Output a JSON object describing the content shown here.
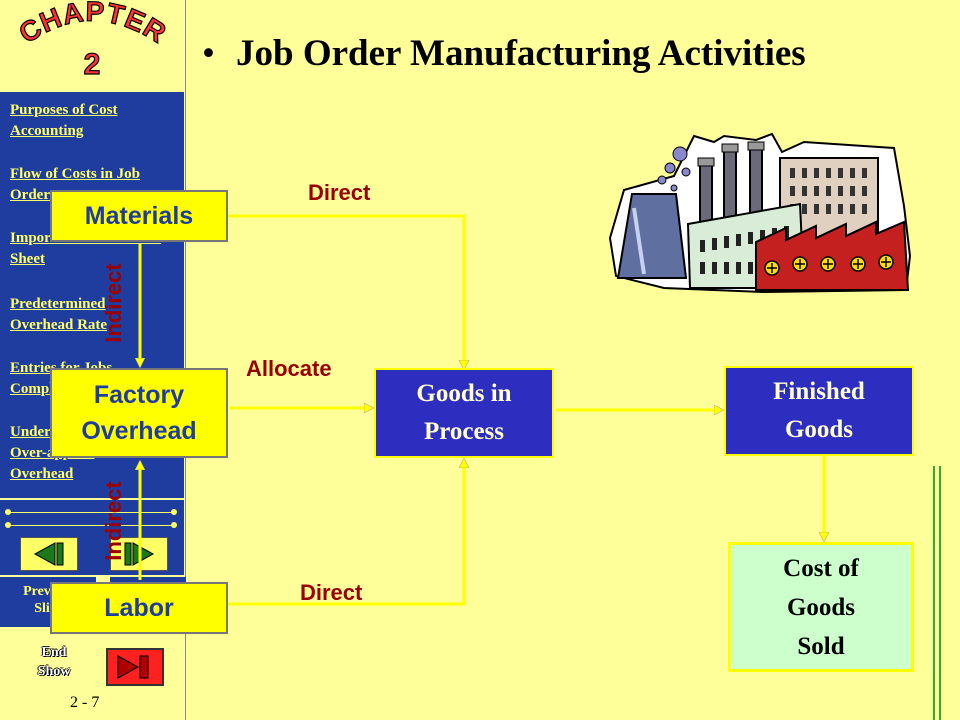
{
  "sidebar": {
    "chapter_badge": {
      "word": "CHAPTER",
      "number": "2"
    },
    "links": [
      "Purposes of Cost Accounting",
      "Flow of Costs in Job Order",
      "Importance of Job Cost Sheet",
      "Predetermined Overhead Rate",
      "Entries for Jobs Completed",
      "Under-applied Over-applied Overhead"
    ],
    "previous_label": "Previous Slide",
    "end_show_label": "End Show",
    "slide_number": "2 - 7"
  },
  "slide": {
    "bullet": "•",
    "title": "Job Order Manufacturing Activities"
  },
  "diagram": {
    "inputs": {
      "materials": "Materials",
      "factory_overhead_line1": "Factory",
      "factory_overhead_line2": "Overhead",
      "labor": "Labor"
    },
    "flow_labels": {
      "direct_top": "Direct",
      "allocate": "Allocate",
      "direct_bottom": "Direct",
      "indirect_top": "Indirect",
      "indirect_bottom": "Indirect"
    },
    "goods_in_process_line1": "Goods in",
    "goods_in_process_line2": "Process",
    "finished_goods_line1": "Finished",
    "finished_goods_line2": "Goods",
    "cogs_line1": "Cost of",
    "cogs_line2": "Goods",
    "cogs_line3": "Sold"
  },
  "colors": {
    "background": "#ffff99",
    "nav_panel": "#1f3d9e",
    "nav_text": "#ffff66",
    "input_box": "#ffff00",
    "process_box": "#2d2dc0",
    "cogs_box": "#ccffcc",
    "flow_label": "#990000",
    "end_button": "#ff2020"
  },
  "icons": [
    "factory-clipart-icon",
    "back-arrow-icon",
    "forward-arrow-icon",
    "end-show-icon"
  ]
}
